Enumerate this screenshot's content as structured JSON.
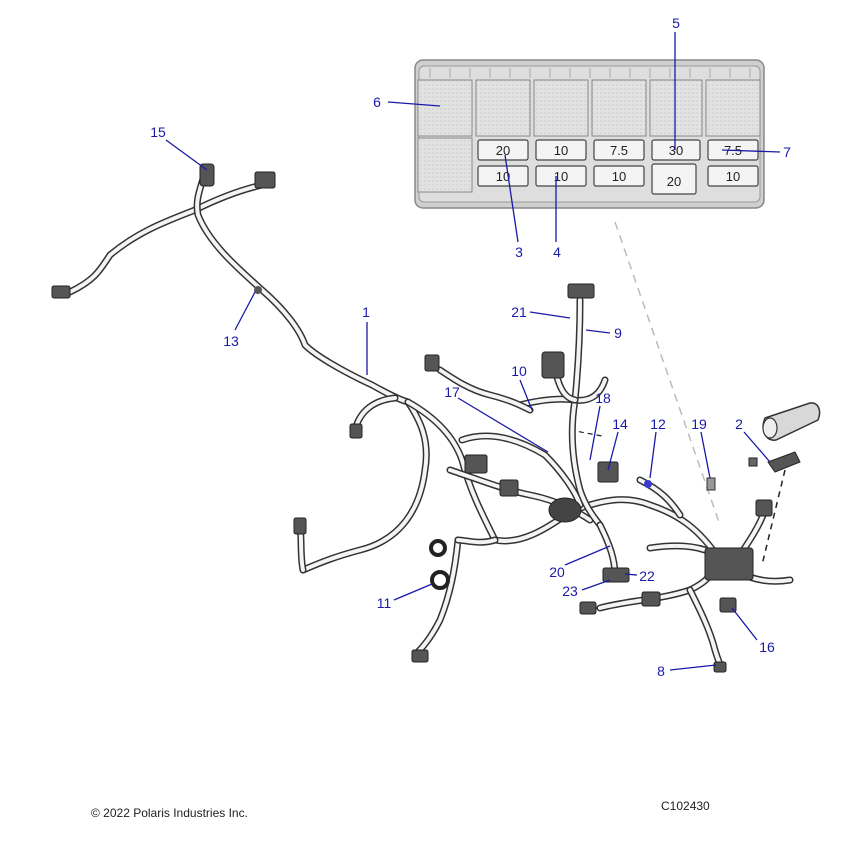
{
  "callouts": [
    {
      "id": "c1",
      "label": "1"
    },
    {
      "id": "c2",
      "label": "2"
    },
    {
      "id": "c3",
      "label": "3"
    },
    {
      "id": "c4",
      "label": "4"
    },
    {
      "id": "c5",
      "label": "5"
    },
    {
      "id": "c6",
      "label": "6"
    },
    {
      "id": "c7",
      "label": "7"
    },
    {
      "id": "c8",
      "label": "8"
    },
    {
      "id": "c9",
      "label": "9"
    },
    {
      "id": "c10",
      "label": "10"
    },
    {
      "id": "c11",
      "label": "11"
    },
    {
      "id": "c12",
      "label": "12"
    },
    {
      "id": "c13",
      "label": "13"
    },
    {
      "id": "c14",
      "label": "14"
    },
    {
      "id": "c15",
      "label": "15"
    },
    {
      "id": "c16",
      "label": "16"
    },
    {
      "id": "c17",
      "label": "17"
    },
    {
      "id": "c18",
      "label": "18"
    },
    {
      "id": "c19",
      "label": "19"
    },
    {
      "id": "c20",
      "label": "20"
    },
    {
      "id": "c21",
      "label": "21"
    },
    {
      "id": "c22",
      "label": "22"
    },
    {
      "id": "c23",
      "label": "23"
    }
  ],
  "fuse_box": {
    "row1": [
      "20",
      "10",
      "7.5",
      "30",
      "7.5"
    ],
    "row2": [
      "10",
      "10",
      "10",
      "20",
      "10"
    ]
  },
  "colors": {
    "callout": "#1a1aa8",
    "harness": "#333333",
    "fuse_box": "#d8d8d8"
  },
  "footer": {
    "copyright": "© 2022 Polaris Industries Inc.",
    "drawing_id": "C102430"
  }
}
